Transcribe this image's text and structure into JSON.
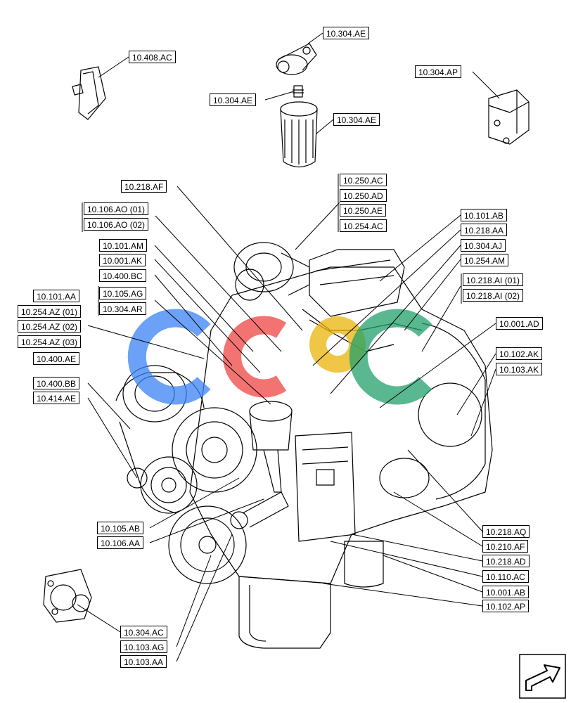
{
  "watermark": {
    "letters": [
      "C",
      "C",
      "C"
    ],
    "colors": [
      "#3b82f6",
      "#ef4444",
      "#eab308",
      "#22a06b"
    ]
  },
  "labels": {
    "l_408_ac": "10.408.AC",
    "l_304_ae_a": "10.304.AE",
    "l_304_ae_b": "10.304.AE",
    "l_304_ae_c": "10.304.AE",
    "l_304_ap": "10.304.AP",
    "l_218_af": "10.218.AF",
    "l_250_ac": "10.250.AC",
    "l_250_ad": "10.250.AD",
    "l_250_ae": "10.250.AE",
    "l_254_ac": "10.254.AC",
    "l_106_ao_01": "10.106.AO (01)",
    "l_106_ao_02": "10.106.AO (02)",
    "l_101_ab": "10.101.AB",
    "l_218_aa": "10.218.AA",
    "l_304_aj": "10.304.AJ",
    "l_254_am": "10.254.AM",
    "l_101_am": "10.101.AM",
    "l_001_ak": "10.001.AK",
    "l_400_bc": "10.400.BC",
    "l_105_ag": "10.105.AG",
    "l_304_ar": "10.304.AR",
    "l_218_ai_01": "10.218.AI (01)",
    "l_218_ai_02": "10.218.AI (02)",
    "l_101_aa": "10.101.AA",
    "l_254_az_01": "10.254.AZ (01)",
    "l_254_az_02": "10.254.AZ (02)",
    "l_254_az_03": "10.254.AZ (03)",
    "l_400_ae": "10.400.AE",
    "l_001_ad": "10.001.AD",
    "l_102_ak": "10.102.AK",
    "l_103_ak": "10.103.AK",
    "l_400_bb": "10.400.BB",
    "l_414_ae": "10.414.AE",
    "l_105_ab": "10.105.AB",
    "l_106_aa": "10.106.AA",
    "l_218_aq": "10.218.AQ",
    "l_210_af": "10.210.AF",
    "l_218_ad": "10.218.AD",
    "l_110_ac": "10.110.AC",
    "l_001_ab": "10.001.AB",
    "l_102_ap": "10.102.AP",
    "l_304_ac": "10.304.AC",
    "l_103_ag": "10.103.AG",
    "l_103_aa": "10.103.AA"
  }
}
